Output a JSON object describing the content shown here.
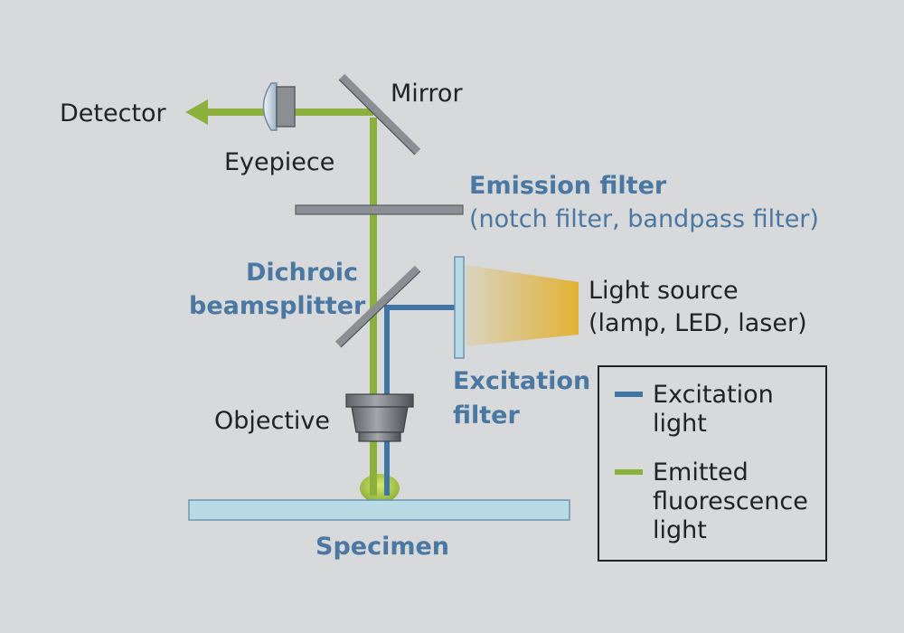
{
  "colors": {
    "background": "#d7d9da",
    "excitation": "#3f74a7",
    "emission": "#8bb03b",
    "label_dark": "#222222",
    "label_blue": "#4a78a2",
    "optic_gray": "#8b8f93",
    "filter_blue": "#b9dbe6",
    "source_yellow": "#e2b233"
  },
  "labels": {
    "detector": "Detector",
    "mirror": "Mirror",
    "eyepiece": "Eyepiece",
    "emission_filter": "Emission filter",
    "emission_filter_sub": "(notch filter, bandpass filter)",
    "dichroic_1": "Dichroic",
    "dichroic_2": "beamsplitter",
    "light_source": "Light source",
    "light_source_sub": "(lamp, LED, laser)",
    "excitation_filter_1": "Excitation",
    "excitation_filter_2": "filter",
    "objective": "Objective",
    "specimen": "Specimen"
  },
  "legend": {
    "excitation_1": "Excitation",
    "excitation_2": "light",
    "emitted_1": "Emitted",
    "emitted_2": "fluorescence",
    "emitted_3": "light"
  }
}
